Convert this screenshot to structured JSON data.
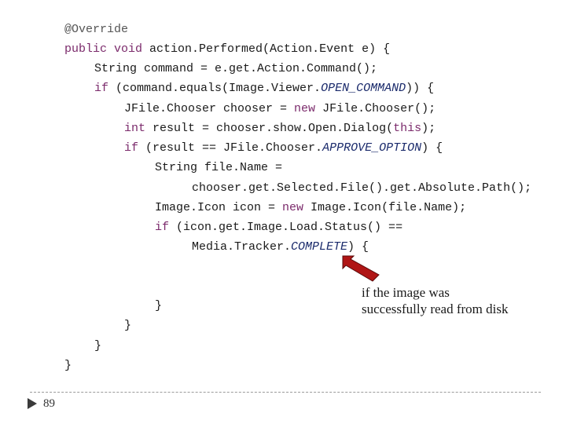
{
  "code": {
    "lines": [
      {
        "tokens": [
          {
            "t": "@Override",
            "k": "anno"
          }
        ]
      },
      {
        "tokens": [
          {
            "t": "public void",
            "k": "kw"
          },
          {
            "t": " action.Performed(Action.Event e) {",
            "k": "plain"
          }
        ]
      },
      {
        "tokens": [
          {
            "t": "String command = e.get.Action.Command();",
            "k": "plain"
          }
        ]
      },
      {
        "tokens": [
          {
            "t": "if",
            "k": "kw"
          },
          {
            "t": " (command.equals(Image.Viewer.",
            "k": "plain"
          },
          {
            "t": "OPEN_COMMAND",
            "k": "const"
          },
          {
            "t": ")) {",
            "k": "plain"
          }
        ]
      },
      {
        "tokens": [
          {
            "t": "JFile.Chooser chooser = ",
            "k": "plain"
          },
          {
            "t": "new",
            "k": "kw"
          },
          {
            "t": " JFile.Chooser();",
            "k": "plain"
          }
        ]
      },
      {
        "tokens": [
          {
            "t": "int",
            "k": "kw"
          },
          {
            "t": " result = chooser.show.Open.Dialog(",
            "k": "plain"
          },
          {
            "t": "this",
            "k": "kw"
          },
          {
            "t": ");",
            "k": "plain"
          }
        ]
      },
      {
        "tokens": [
          {
            "t": "if",
            "k": "kw"
          },
          {
            "t": " (result == JFile.Chooser.",
            "k": "plain"
          },
          {
            "t": "APPROVE_OPTION",
            "k": "const"
          },
          {
            "t": ") {",
            "k": "plain"
          }
        ]
      },
      {
        "tokens": [
          {
            "t": "String file.Name =",
            "k": "plain"
          }
        ]
      },
      {
        "tokens": [
          {
            "t": "chooser.get.Selected.File().get.Absolute.Path();",
            "k": "plain"
          }
        ]
      },
      {
        "tokens": [
          {
            "t": "Image.Icon icon = ",
            "k": "plain"
          },
          {
            "t": "new",
            "k": "kw"
          },
          {
            "t": " Image.Icon(file.Name);",
            "k": "plain"
          }
        ]
      },
      {
        "tokens": [
          {
            "t": "if",
            "k": "kw"
          },
          {
            "t": " (icon.get.Image.Load.Status() ==",
            "k": "plain"
          }
        ]
      },
      {
        "tokens": [
          {
            "t": "Media.Tracker.",
            "k": "plain"
          },
          {
            "t": "COMPLETE",
            "k": "const"
          },
          {
            "t": ") {",
            "k": "plain"
          }
        ]
      },
      {
        "tokens": [
          {
            "t": "}",
            "k": "plain"
          }
        ]
      },
      {
        "tokens": [
          {
            "t": "}",
            "k": "plain"
          }
        ]
      },
      {
        "tokens": [
          {
            "t": "}",
            "k": "plain"
          }
        ]
      },
      {
        "tokens": [
          {
            "t": "}",
            "k": "plain"
          }
        ]
      }
    ]
  },
  "annotation": {
    "lines": [
      "if the image was",
      "successfully read from disk"
    ],
    "arrow_icon": "red-arrow-icon",
    "arrow_color": "#b01515"
  },
  "footer": {
    "page_number": "89",
    "marker_icon": "triangle-bullet-icon",
    "marker_color": "#3a3a3a"
  }
}
